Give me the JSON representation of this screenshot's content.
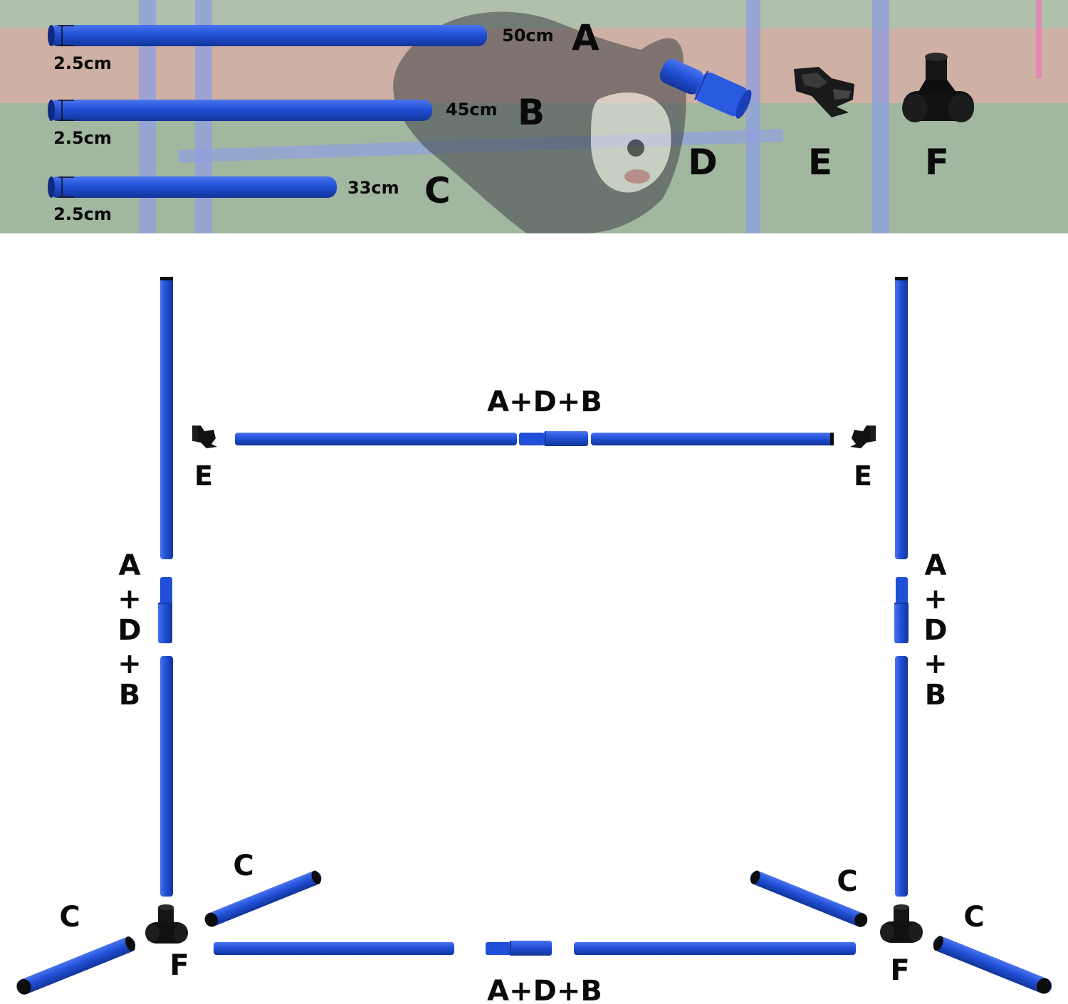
{
  "parts": {
    "A": {
      "letter": "A",
      "length": "50cm",
      "diameter": "2.5cm"
    },
    "B": {
      "letter": "B",
      "length": "45cm",
      "diameter": "2.5cm"
    },
    "C": {
      "letter": "C",
      "length": "33cm",
      "diameter": "2.5cm"
    },
    "D": {
      "letter": "D"
    },
    "E": {
      "letter": "E"
    },
    "F": {
      "letter": "F"
    }
  },
  "assembly": {
    "bar_label": "A+D+B",
    "post_stack": [
      "A",
      "+",
      "D",
      "+",
      "B"
    ],
    "clip_label": "E",
    "foot_label": "C",
    "base_label": "F"
  },
  "colors": {
    "tube": "#2150d8",
    "tube_dark": "#163aa8",
    "fitting": "#111111",
    "photo_grass": "#6d8b6a",
    "photo_track": "#c98b7c"
  }
}
